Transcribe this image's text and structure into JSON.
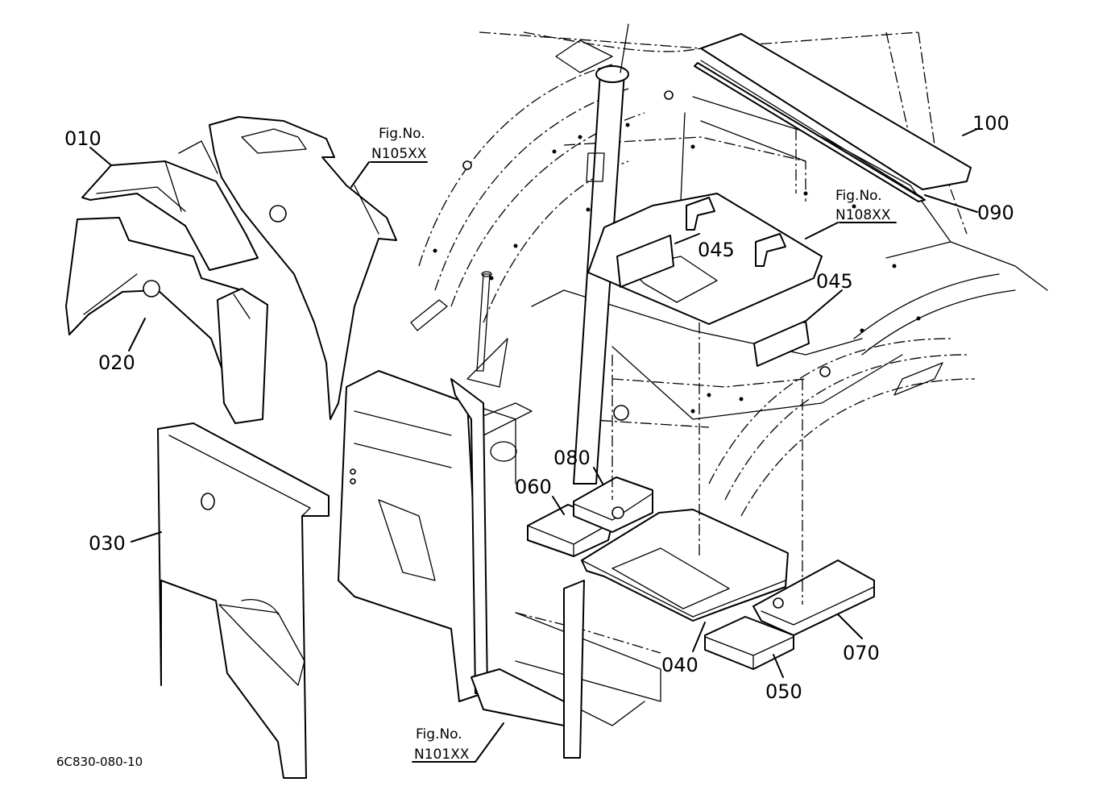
{
  "diagram": {
    "callouts": {
      "p010": "010",
      "p020": "020",
      "p030": "030",
      "p040": "040",
      "p045a": "045",
      "p045b": "045",
      "p050": "050",
      "p060": "060",
      "p070": "070",
      "p080": "080",
      "p090": "090",
      "p100": "100"
    },
    "figure_refs": {
      "n105": {
        "label": "Fig.No.",
        "code": "N105XX"
      },
      "n108": {
        "label": "Fig.No.",
        "code": "N108XX"
      },
      "n101": {
        "label": "Fig.No.",
        "code": "N101XX"
      }
    },
    "drawing_code": "6C830-080-10"
  }
}
